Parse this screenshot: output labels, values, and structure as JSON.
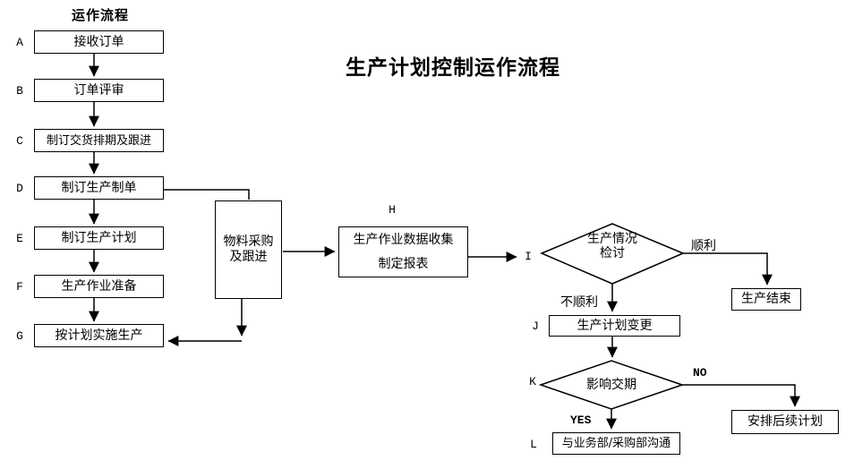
{
  "title": "生产计划控制运作流程",
  "column_header": "运作流程",
  "steps": [
    {
      "letter": "A",
      "label": "接收订单"
    },
    {
      "letter": "B",
      "label": "订单评审"
    },
    {
      "letter": "C",
      "label": "制订交货排期及跟进"
    },
    {
      "letter": "D",
      "label": "制订生产制单"
    },
    {
      "letter": "E",
      "label": "制订生产计划"
    },
    {
      "letter": "F",
      "label": "生产作业准备"
    },
    {
      "letter": "G",
      "label": "按计划实施生产"
    }
  ],
  "material_box": {
    "line1": "物料采购",
    "line2": "及跟进"
  },
  "data_collect": {
    "letter": "H",
    "line1": "生产作业数据收集",
    "line2": "制定报表"
  },
  "review_decision": {
    "letter": "I",
    "line1": "生产情况",
    "line2": "检讨"
  },
  "end_box": {
    "label": "生产结束"
  },
  "plan_change": {
    "letter": "J",
    "label": "生产计划变更"
  },
  "delivery_decision": {
    "letter": "K",
    "label": "影响交期"
  },
  "followup_box": {
    "label": "安排后续计划"
  },
  "communicate": {
    "letter": "L",
    "label": "与业务部/采购部沟通"
  },
  "edge_labels": {
    "smooth": "顺利",
    "not_smooth": "不顺利",
    "yes": "YES",
    "no": "NO"
  },
  "colors": {
    "line": "#000000",
    "background": "#ffffff",
    "text": "#000000"
  }
}
